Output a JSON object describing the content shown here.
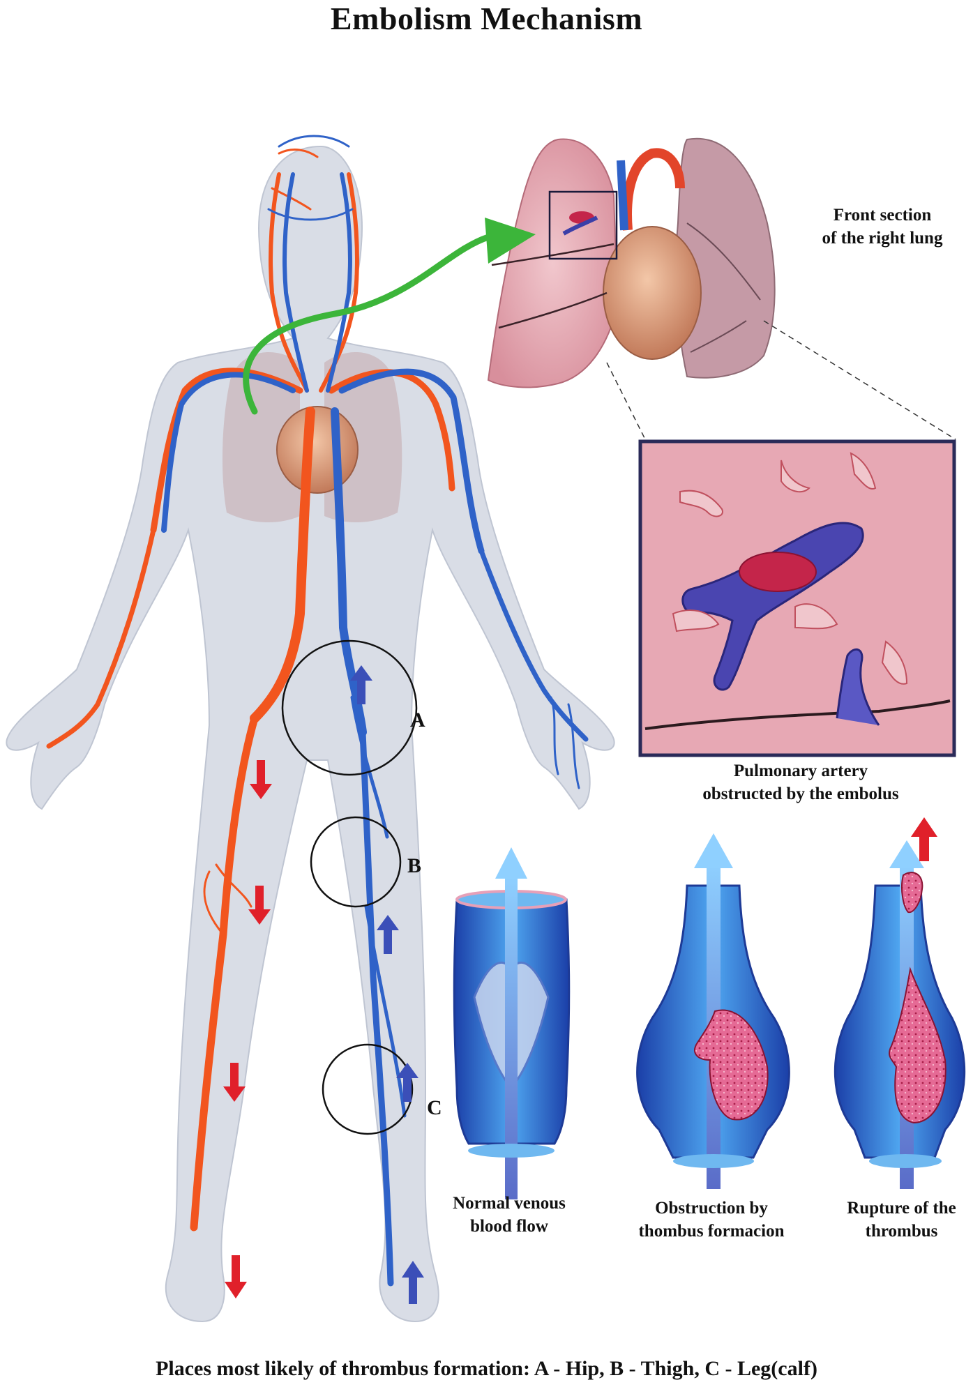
{
  "title": "Embolism Mechanism",
  "lung_caption": {
    "line1": "Front section",
    "line2": "of the right lung"
  },
  "zoom_caption": {
    "line1": "Pulmonary artery",
    "line2": "obstructed by the embolus"
  },
  "sites": [
    {
      "letter": "A"
    },
    {
      "letter": "B"
    },
    {
      "letter": "C"
    }
  ],
  "valve_panels": [
    {
      "line1": "Normal venous",
      "line2": "blood flow"
    },
    {
      "line1": "Obstruction by",
      "line2": "thombus formacion"
    },
    {
      "line1": "Rupture of the",
      "line2": "thrombus"
    }
  ],
  "footer": "Places most likely of thrombus formation: A - Hip, B - Thigh, C - Leg(calf)",
  "colors": {
    "artery": "#f2551e",
    "vein": "#2f62c8",
    "body_silhouette": "#d9dde6",
    "lung": "#e9b4bd",
    "thrombus": "#c4254a",
    "pointer_arrow": "#3cb53a",
    "flow_arrow_down": "#e0202a",
    "flow_arrow_up": "#3b4fb8"
  }
}
